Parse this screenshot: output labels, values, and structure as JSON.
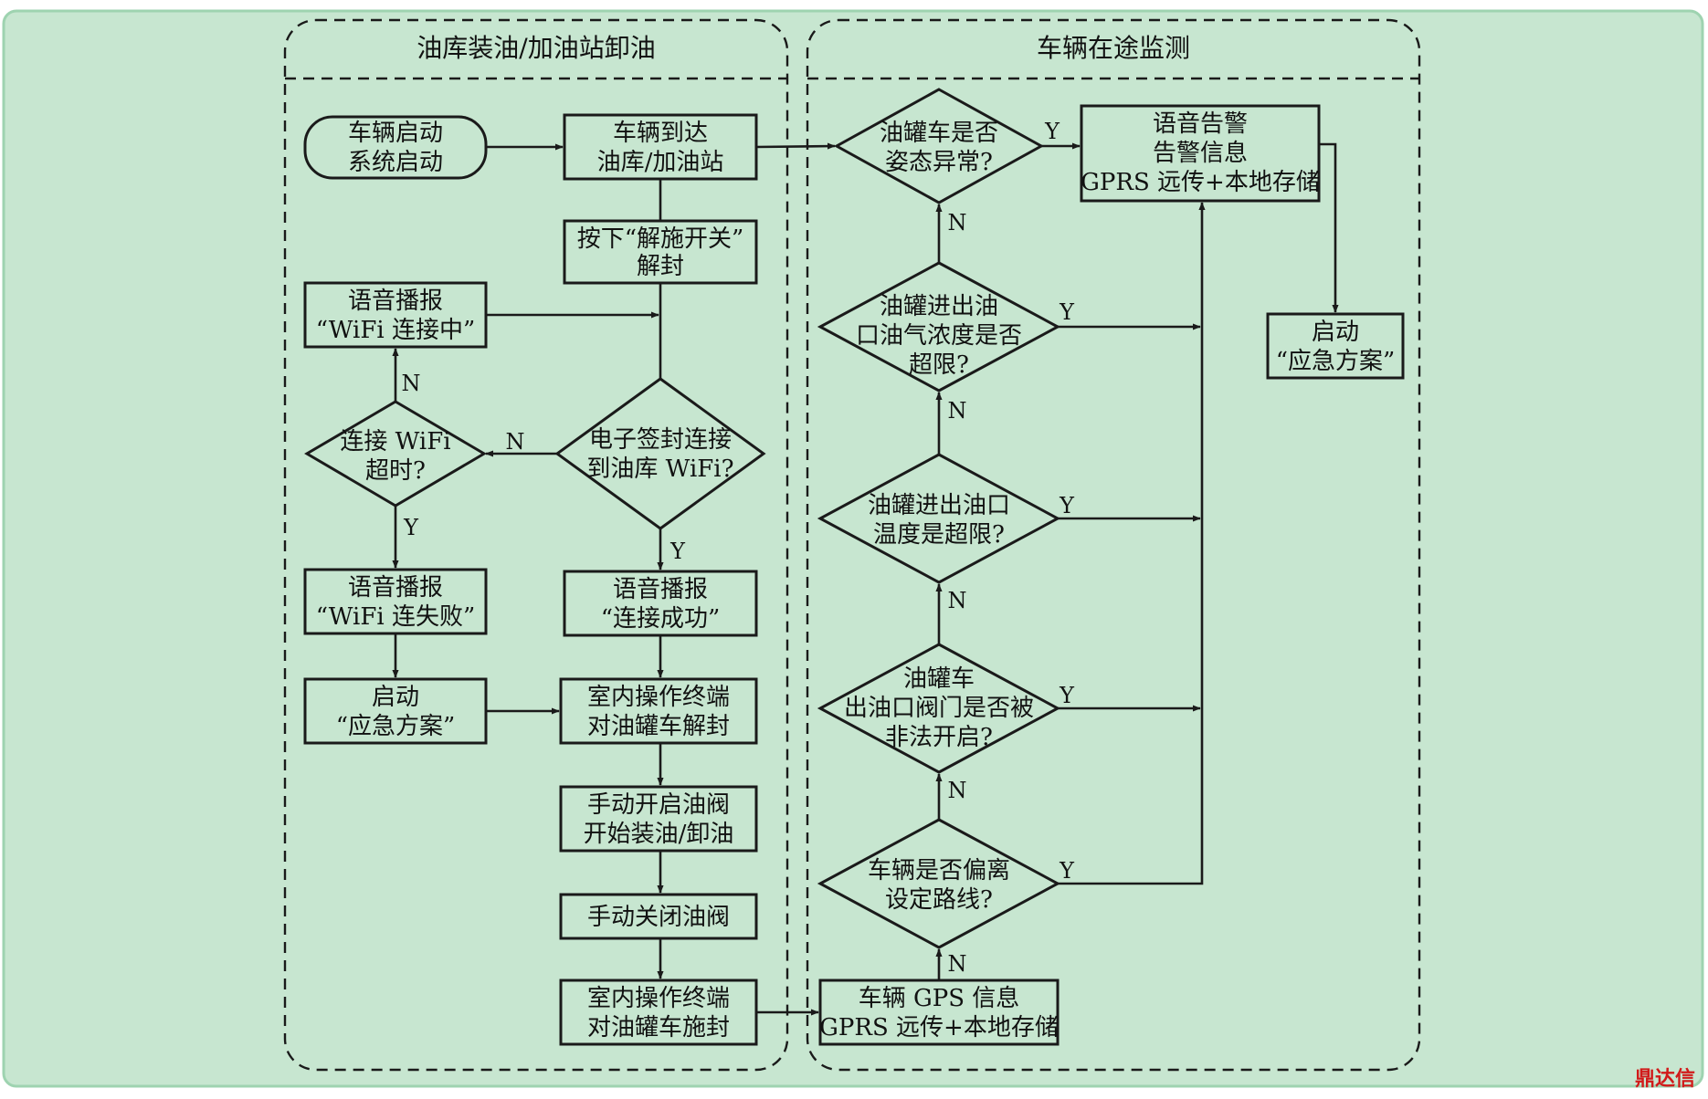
{
  "sections": {
    "left_title": "油库装油/加油站卸油",
    "right_title": "车辆在途监测"
  },
  "nodes": {
    "start": [
      "车辆启动",
      "系统启动"
    ],
    "arrive": [
      "车辆到达",
      "油库/加油站"
    ],
    "unseal": [
      "按下“解施开关”",
      "解封"
    ],
    "wifi_connecting": [
      "语音播报",
      "“WiFi 连接中”"
    ],
    "seal_connected": [
      "电子签封连接",
      "到油库 WiFi?"
    ],
    "wifi_timeout": [
      "连接 WiFi",
      "超时?"
    ],
    "wifi_fail": [
      "语音播报",
      "“WiFi 连失败”"
    ],
    "connect_ok": [
      "语音播报",
      "“连接成功”"
    ],
    "emergency_left": [
      "启动",
      "“应急方案”"
    ],
    "terminal_unlock": [
      "室内操作终端",
      "对油罐车解封"
    ],
    "open_valve": [
      "手动开启油阀",
      "开始装油/卸油"
    ],
    "close_valve": [
      "手动关闭油阀"
    ],
    "terminal_seal": [
      "室内操作终端",
      "对油罐车施封"
    ],
    "gps": [
      "车辆 GPS 信息",
      "GPRS 远传+本地存储"
    ],
    "route": [
      "车辆是否偏离",
      "设定路线?"
    ],
    "outlet_valve": [
      "油罐车",
      "出油口阀门是否被",
      "非法开启?"
    ],
    "temp": [
      "油罐进出油口",
      "温度是超限?"
    ],
    "gas": [
      "油罐进出油",
      "口油气浓度是否",
      "超限?"
    ],
    "attitude": [
      "油罐车是否",
      "姿态异常?"
    ],
    "alarm": [
      "语音告警",
      "告警信息",
      "GPRS 远传+本地存储"
    ],
    "emergency_right": [
      "启动",
      "“应急方案”"
    ]
  },
  "branch_labels": {
    "yes": "Y",
    "no": "N"
  },
  "watermark": "鼎达信",
  "colors": {
    "background": "#c7e6d0",
    "border": "#9ed3b0",
    "watermark": "#d11a1a"
  }
}
